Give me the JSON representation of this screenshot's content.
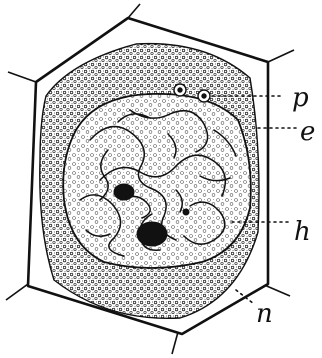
{
  "figure": {
    "labels": [
      {
        "id": "p",
        "text": "p"
      },
      {
        "id": "e",
        "text": "e"
      },
      {
        "id": "h",
        "text": "h"
      },
      {
        "id": "n",
        "text": "n"
      }
    ]
  },
  "colors": {
    "ink": "#111111",
    "paper": "#ffffff"
  }
}
